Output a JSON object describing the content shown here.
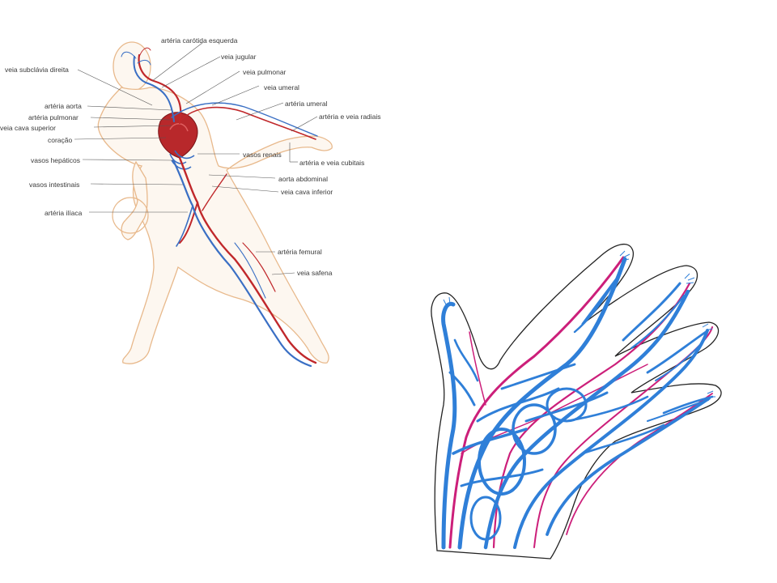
{
  "body_diagram": {
    "labels": {
      "arteria_carotida_esquerda": "artéria carótida esquerda",
      "veia_jugular": "veia jugular",
      "veia_subclavia_direita": "veia subclávia direita",
      "veia_pulmonar": "veia pulmonar",
      "veia_umeral": "veia umeral",
      "arteria_aorta": "artéria aorta",
      "arteria_umeral": "artéria umeral",
      "arteria_pulmonar": "artéria pulmonar",
      "arteria_e_veia_radiais": "artéria e veia radiais",
      "veia_cava_superior": "veia cava superior",
      "coracao": "coração",
      "vasos_renais": "vasos renais",
      "vasos_hepaticos": "vasos hepáticos",
      "arteria_e_veia_cubitais": "artéria e veia cubitais",
      "aorta_abdominal": "aorta abdominal",
      "vasos_intestinais": "vasos intestinais",
      "veia_cava_inferior": "veia cava inferior",
      "arteria_iliaca": "artéria ilíaca",
      "arteria_femural": "artéria femural",
      "veia_safena": "veia safena"
    }
  },
  "colors": {
    "artery": "#c0282b",
    "vein": "#3a6fc4",
    "hand_vein": "#2f7fd8",
    "hand_artery": "#cc1f7a",
    "outline": "#e8b98c",
    "leader": "#555555"
  }
}
